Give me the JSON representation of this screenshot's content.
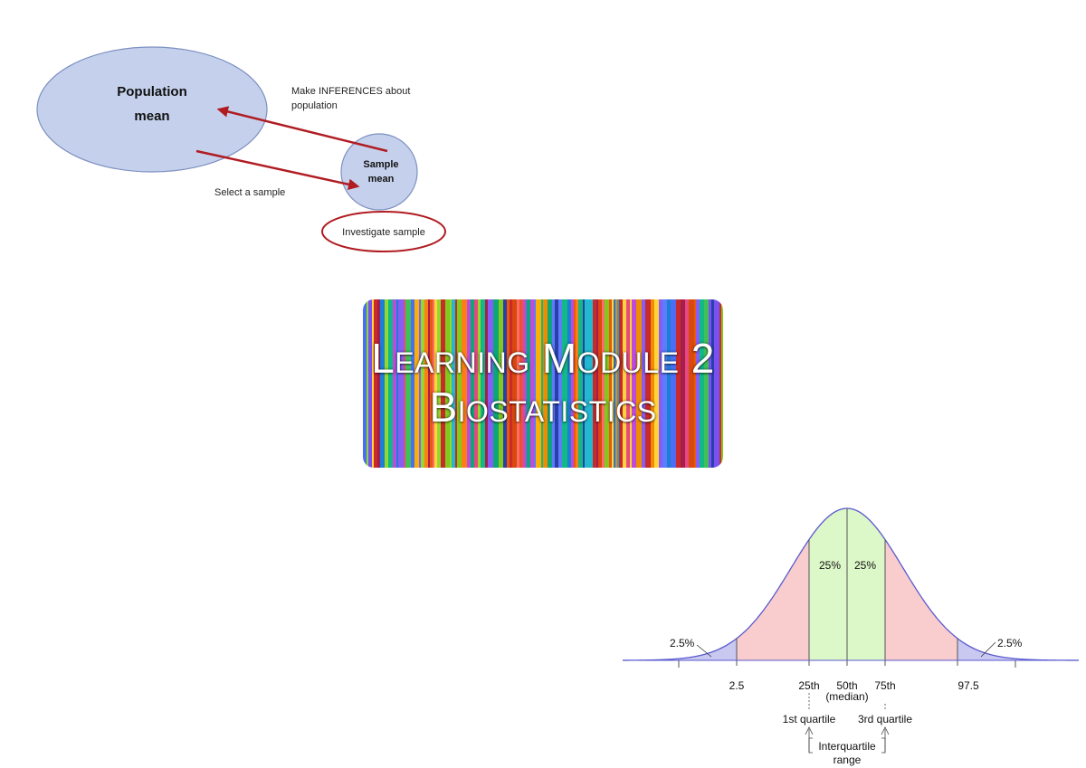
{
  "diagram": {
    "population_label_1": "Population",
    "population_label_2": "mean",
    "sample_label_1": "Sample",
    "sample_label_2": "mean",
    "inference_label_1": "Make INFERENCES about",
    "inference_label_2": "population",
    "select_label": "Select a sample",
    "investigate_label": "Investigate sample",
    "colors": {
      "ellipse_fill": "#c5d1ec",
      "ellipse_stroke": "#7d90c0",
      "arrow": "#b01c22",
      "investigate_stroke": "#b01c22"
    }
  },
  "banner": {
    "line1": "Learning Module 2",
    "line2": "Biostatistics"
  },
  "curve": {
    "tail_left_pct": "2.5%",
    "tail_right_pct": "2.5%",
    "inner_left_pct": "25%",
    "inner_right_pct": "25%",
    "tick_2_5": "2.5",
    "tick_25th": "25th",
    "tick_50th": "50th",
    "tick_median": "(median)",
    "tick_75th": "75th",
    "tick_97_5": "97.5",
    "first_quartile": "1st quartile",
    "third_quartile": "3rd quartile",
    "iqr_1": "Interquartile",
    "iqr_2": "range",
    "colors": {
      "tail": "#c8c8f0",
      "middle": "#f9cdcd",
      "iqr": "#dcf7c8",
      "curve": "#5a5ad0"
    }
  }
}
